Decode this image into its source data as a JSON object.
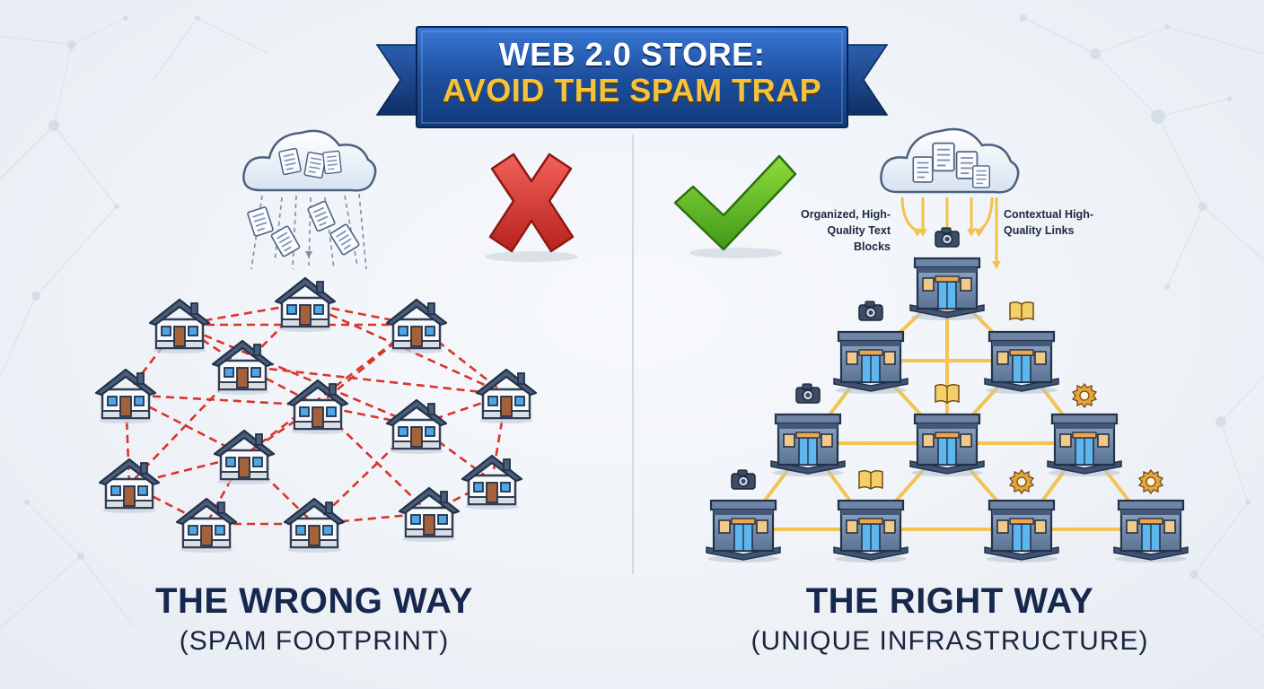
{
  "banner": {
    "line1": "WEB 2.0 STORE:",
    "line2": "AVOID THE SPAM TRAP"
  },
  "wrong_way": {
    "title": "THE WRONG WAY",
    "subtitle": "(SPAM FOOTPRINT)",
    "icon": "red-x-icon"
  },
  "right_way": {
    "title": "THE RIGHT WAY",
    "subtitle": "(UNIQUE INFRASTRUCTURE)",
    "icon": "green-check-icon",
    "caption_left": "Organized, High-Quality Text Blocks",
    "caption_right": "Contextual High-Quality Links"
  },
  "colors": {
    "banner_blue": "#1d4f9e",
    "banner_gold": "#f4c23c",
    "spam_link": "#d9342b",
    "good_link": "#f3c24a",
    "heading": "#16284d"
  }
}
